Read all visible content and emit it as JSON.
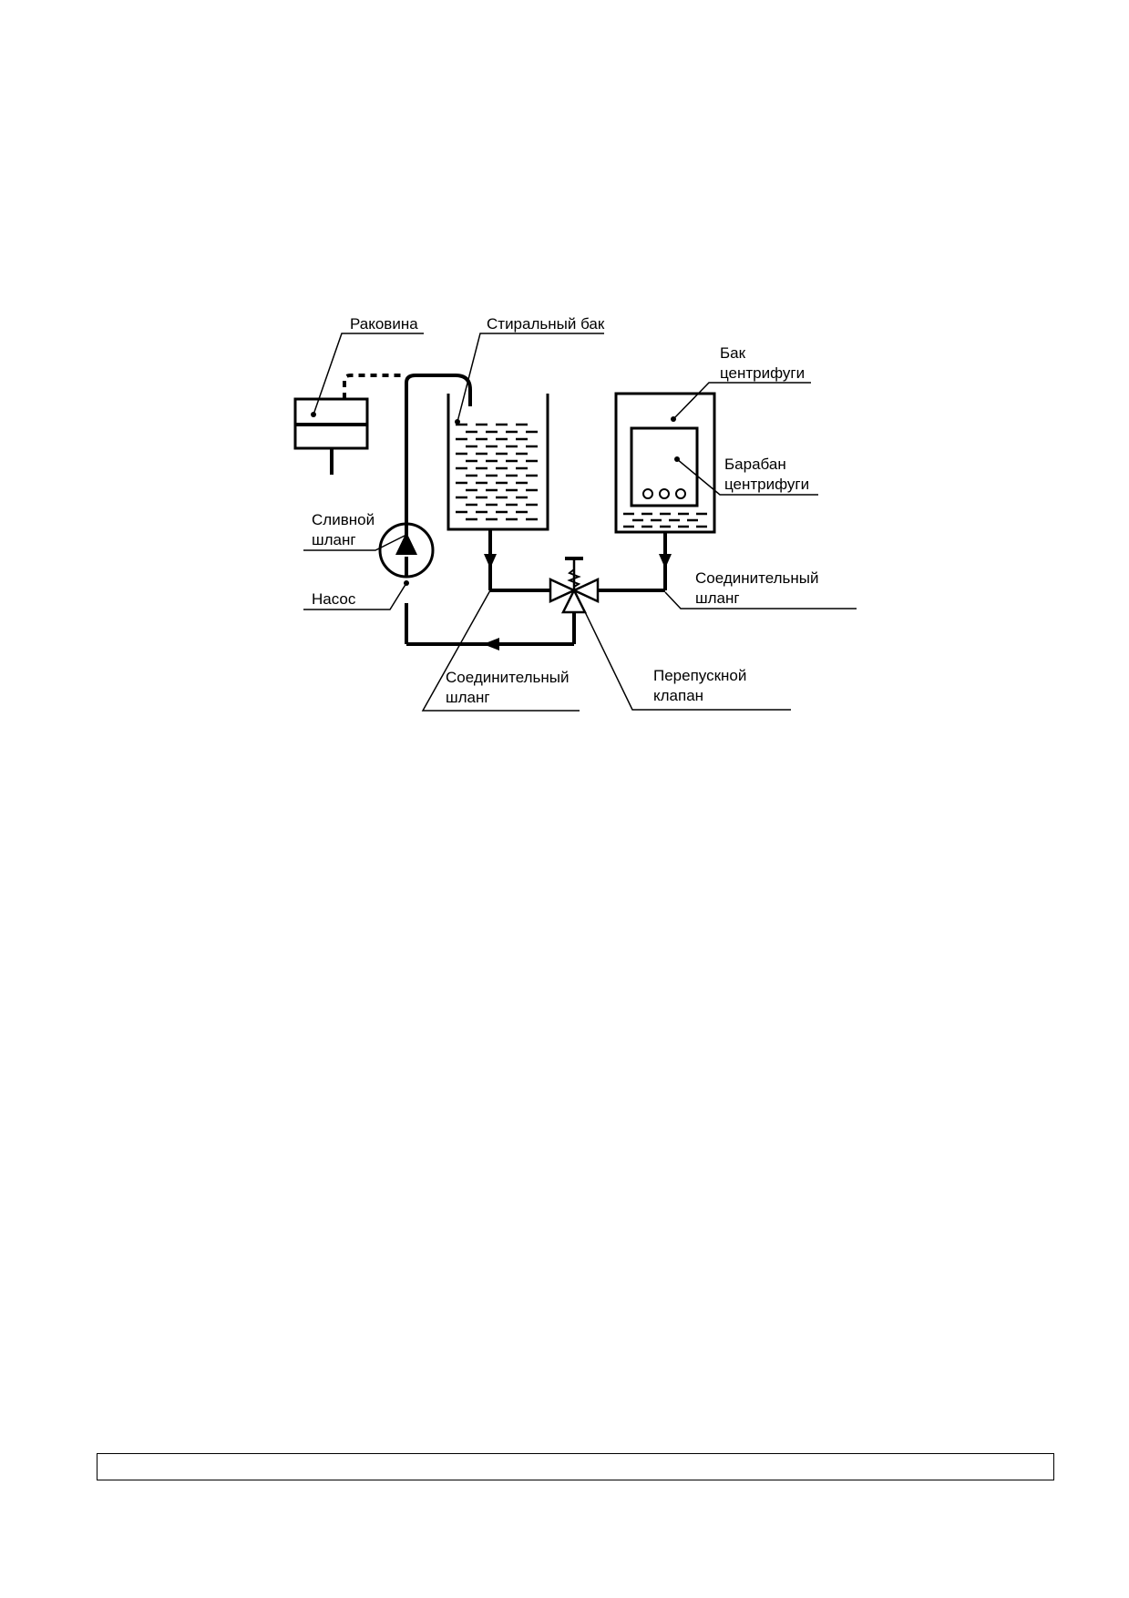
{
  "diagram": {
    "labels": {
      "sink": "Раковина",
      "wash_tank": "Стиральный бак",
      "spin_tank_line1": "Бак",
      "spin_tank_line2": "центрифуги",
      "spin_drum_line1": "Барабан",
      "spin_drum_line2": "центрифуги",
      "drain_hose_line1": "Сливной",
      "drain_hose_line2": "шланг",
      "pump": "Насос",
      "connect_hose_right_line1": "Соединительный",
      "connect_hose_right_line2": "шланг",
      "connect_hose_left_line1": "Соединительный",
      "connect_hose_left_line2": "шланг",
      "bypass_valve_line1": "Перепускной",
      "bypass_valve_line2": "клапан"
    }
  },
  "footer": {
    "text": ""
  }
}
